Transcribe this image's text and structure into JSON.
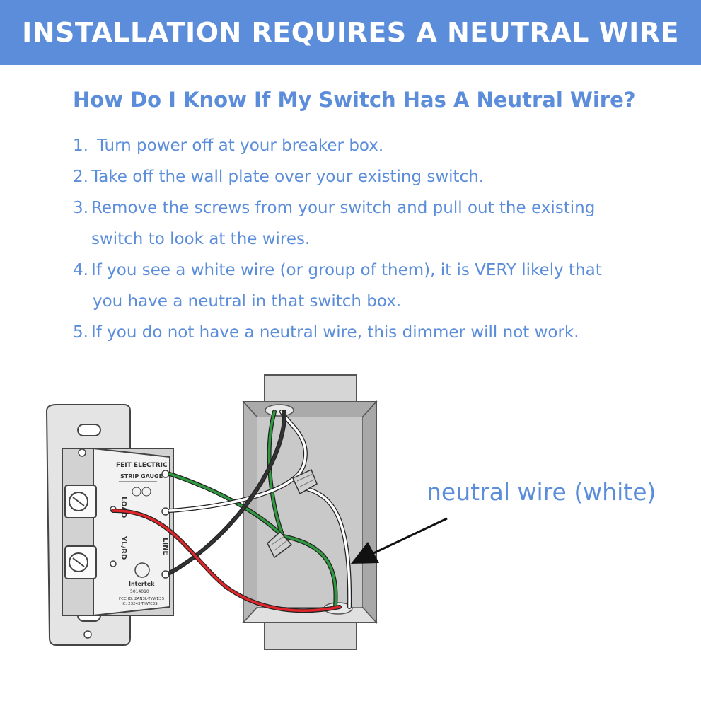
{
  "banner": {
    "title": "INSTALLATION REQUIRES A NEUTRAL WIRE"
  },
  "subtitle": "How Do I Know If My Switch Has A Neutral Wire?",
  "steps": [
    {
      "num": "1.",
      "lines": [
        "Turn power off at your breaker box."
      ]
    },
    {
      "num": "2.",
      "lines": [
        "Take off the wall plate over your existing switch."
      ]
    },
    {
      "num": "3.",
      "lines": [
        "Remove the screws from your switch and pull out the existing",
        "switch to look at the wires."
      ]
    },
    {
      "num": "4.",
      "lines": [
        "If you see a white wire (or group of them), it is VERY likely that",
        "you have a neutral in that switch box."
      ]
    },
    {
      "num": "5.",
      "lines": [
        "If you do not have a neutral wire, this dimmer will not work."
      ]
    }
  ],
  "callout": "neutral wire (white)",
  "device": {
    "brand": "FEIT ELECTRIC",
    "strip_gauge": "STRIP GAUGE",
    "load": "LOAD",
    "line": "LINE",
    "yl_rd": "YL/RD",
    "intertek": "Intertek",
    "intertek_num": "5014010",
    "fcc": "FCC ID: 2AN3L-TYWE3S",
    "ic": "IC: 23243-TYWE3S"
  },
  "colors": {
    "accent": "#5b8ddb",
    "wire_green": "#2f9a3f",
    "wire_red": "#e0262a",
    "wire_black": "#333333",
    "wire_white": "#ffffff",
    "box_gray": "#bdbdbd"
  }
}
